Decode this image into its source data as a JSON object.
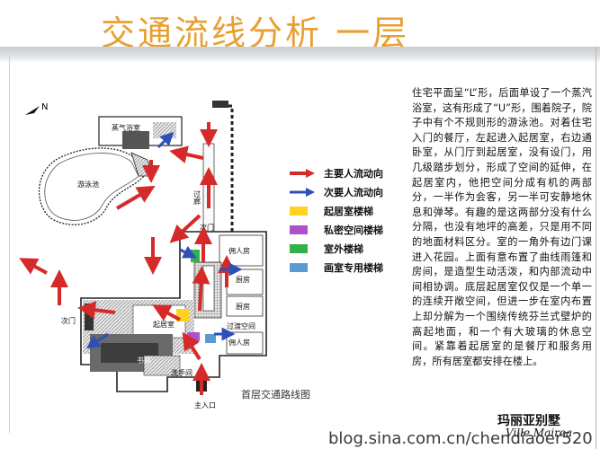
{
  "title": "交通流线分析  一层",
  "description": "住宅平面呈“L”形，后面单设了一个蒸汽浴室，这有形成了“U”形，围着院子，院子中有个不规则形的游泳池。对着住宅入门的餐厅，左起进入起居室，右边通卧室，从门厅到起居室，没有设门，用几级踏步划分，形成了空间的延伸，在起居室内，他把空间分成有机的两部分，一半作为会客，另一半可安静地休息和弹琴。有趣的是这两部分没有什么分隔，也没有地坪的高差，只是用不同的地面材料区分。室的一角外有边门课进入花园。上面有意布置了曲线雨篷和房间，是造型生动活泼，和内部流动中间相协调。底层起居室仅仅是一个单一的连续开敞空间，但进一步在室内布置上却分解为一个围绕传统芬兰式壁炉的高起地面，和一个有大玻璃的休息空间。紧靠着起居室的是餐厅和服务用房，所有居室都安排在楼上。",
  "plan_caption": "首层交通路线图",
  "north_label": "N",
  "legend": [
    {
      "label": "主要人流动向",
      "color": "#d62a2a",
      "kind": "arrow"
    },
    {
      "label": "次要人流动向",
      "color": "#2e4fb5",
      "kind": "arrow"
    },
    {
      "label": "起居室楼梯",
      "color": "#ffd21f",
      "kind": "block"
    },
    {
      "label": "私密空间楼梯",
      "color": "#b04fc9",
      "kind": "block"
    },
    {
      "label": "室外楼梯",
      "color": "#33b04a",
      "kind": "block"
    },
    {
      "label": "画室专用楼梯",
      "color": "#5b9bd5",
      "kind": "block"
    }
  ],
  "rooms": {
    "sauna": "蒸气浴室",
    "pool": "游泳池",
    "corridor": "过廊",
    "side_door_top": "次门",
    "servant_room": "佣人房",
    "kitchen_1": "厨房",
    "kitchen_2": "厨房",
    "living_room": "起居室",
    "transition": "过渡空间",
    "servant_room_2": "佣人房",
    "side_door_left": "次门",
    "study": "书房",
    "washroom": "洗手间",
    "main_entrance": "主入口"
  },
  "brand": {
    "name": "玛丽亚别墅",
    "subtitle": "Ville Mairea"
  },
  "watermark": "blog.sina.com.cn/chendiaoer520"
}
